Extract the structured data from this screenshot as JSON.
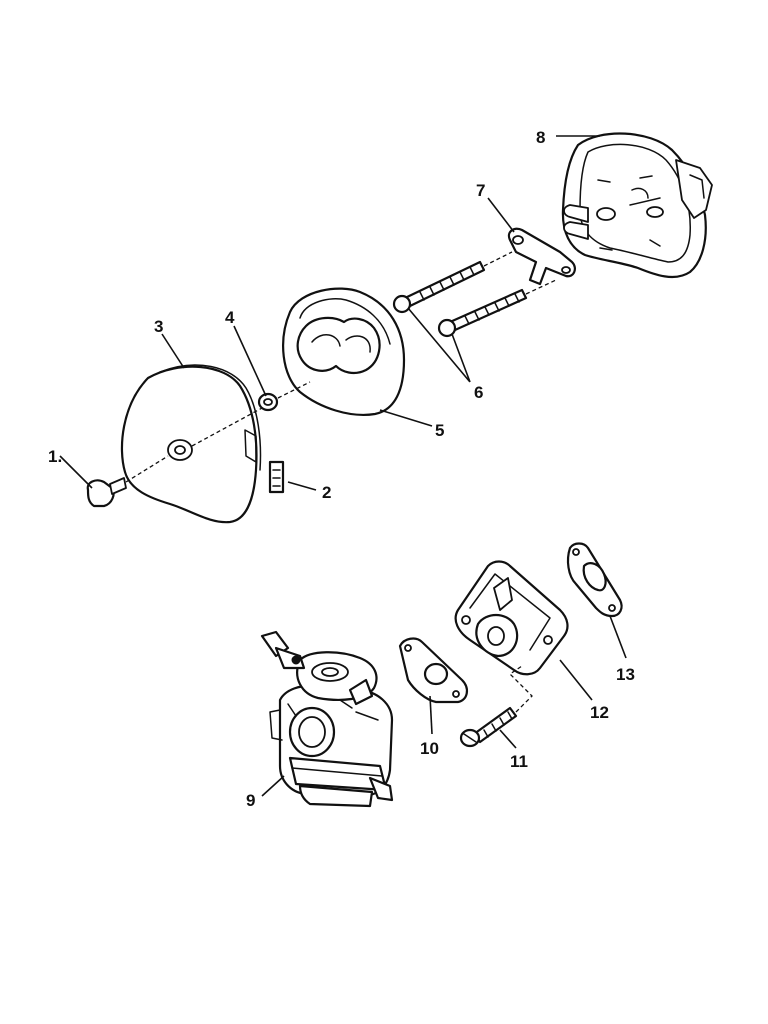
{
  "diagram": {
    "callouts": [
      {
        "id": "1",
        "text": "1."
      },
      {
        "id": "2",
        "text": "2"
      },
      {
        "id": "3",
        "text": "3"
      },
      {
        "id": "4",
        "text": "4"
      },
      {
        "id": "5",
        "text": "5"
      },
      {
        "id": "6",
        "text": "6"
      },
      {
        "id": "7",
        "text": "7"
      },
      {
        "id": "8",
        "text": "8"
      },
      {
        "id": "9",
        "text": "9"
      },
      {
        "id": "10",
        "text": "10"
      },
      {
        "id": "11",
        "text": "11"
      },
      {
        "id": "12",
        "text": "12"
      },
      {
        "id": "13",
        "text": "13"
      }
    ]
  },
  "colors": {
    "line": "#111111",
    "background": "#ffffff"
  }
}
